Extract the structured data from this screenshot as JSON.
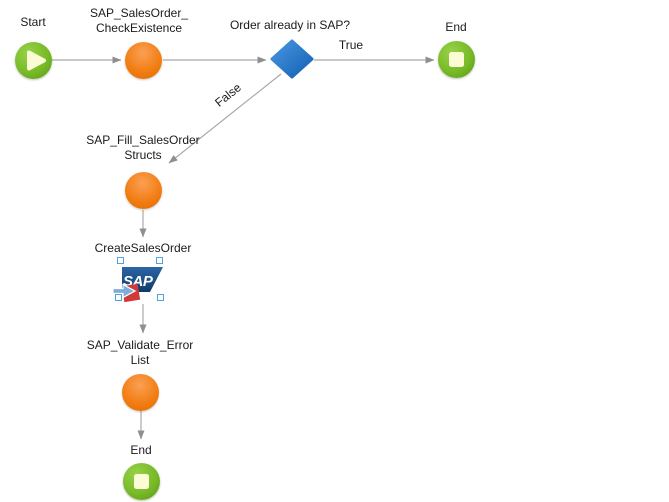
{
  "diagram": {
    "nodes": [
      {
        "id": "start",
        "kind": "start-event",
        "label": "Start"
      },
      {
        "id": "sap-salesorder-checkexistence",
        "kind": "activity",
        "label": "SAP_SalesOrder_\nCheckExistence"
      },
      {
        "id": "order-already-in-sap",
        "kind": "decision",
        "label": "Order already in SAP?"
      },
      {
        "id": "end-true",
        "kind": "end-event",
        "label": "End"
      },
      {
        "id": "sap-fill-salesorder-structs",
        "kind": "activity",
        "label": "SAP_Fill_SalesOrder\nStructs"
      },
      {
        "id": "create-sales-order",
        "kind": "sap-connector",
        "label": "CreateSalesOrder",
        "icon": "sap-logo-icon",
        "icon_text": "SAP",
        "selected": true
      },
      {
        "id": "sap-validate-error-list",
        "kind": "activity",
        "label": "SAP_Validate_Error\nList"
      },
      {
        "id": "end-false",
        "kind": "end-event",
        "label": "End"
      }
    ],
    "edges": [
      {
        "from": "start",
        "to": "sap-salesorder-checkexistence",
        "label": ""
      },
      {
        "from": "sap-salesorder-checkexistence",
        "to": "order-already-in-sap",
        "label": ""
      },
      {
        "from": "order-already-in-sap",
        "to": "end-true",
        "label": "True"
      },
      {
        "from": "order-already-in-sap",
        "to": "sap-fill-salesorder-structs",
        "label": "False"
      },
      {
        "from": "sap-fill-salesorder-structs",
        "to": "create-sales-order",
        "label": ""
      },
      {
        "from": "create-sales-order",
        "to": "sap-validate-error-list",
        "label": ""
      },
      {
        "from": "sap-validate-error-list",
        "to": "end-false",
        "label": ""
      }
    ],
    "colors": {
      "start_end_green": "#78ba27",
      "activity_orange": "#f27d12",
      "decision_blue": "#1e6fc0",
      "sap_logo_navy": "#1b4a80",
      "connector_cube_red": "#cf3a3a",
      "connector_arrow_blue": "#7baede",
      "selection_handle_blue": "#4ea3e0",
      "edge_gray": "#a9a9a9",
      "inner_glyph_cream": "#fbfbd6",
      "label_text": "#1b1b1b",
      "background": "#ffffff"
    }
  }
}
